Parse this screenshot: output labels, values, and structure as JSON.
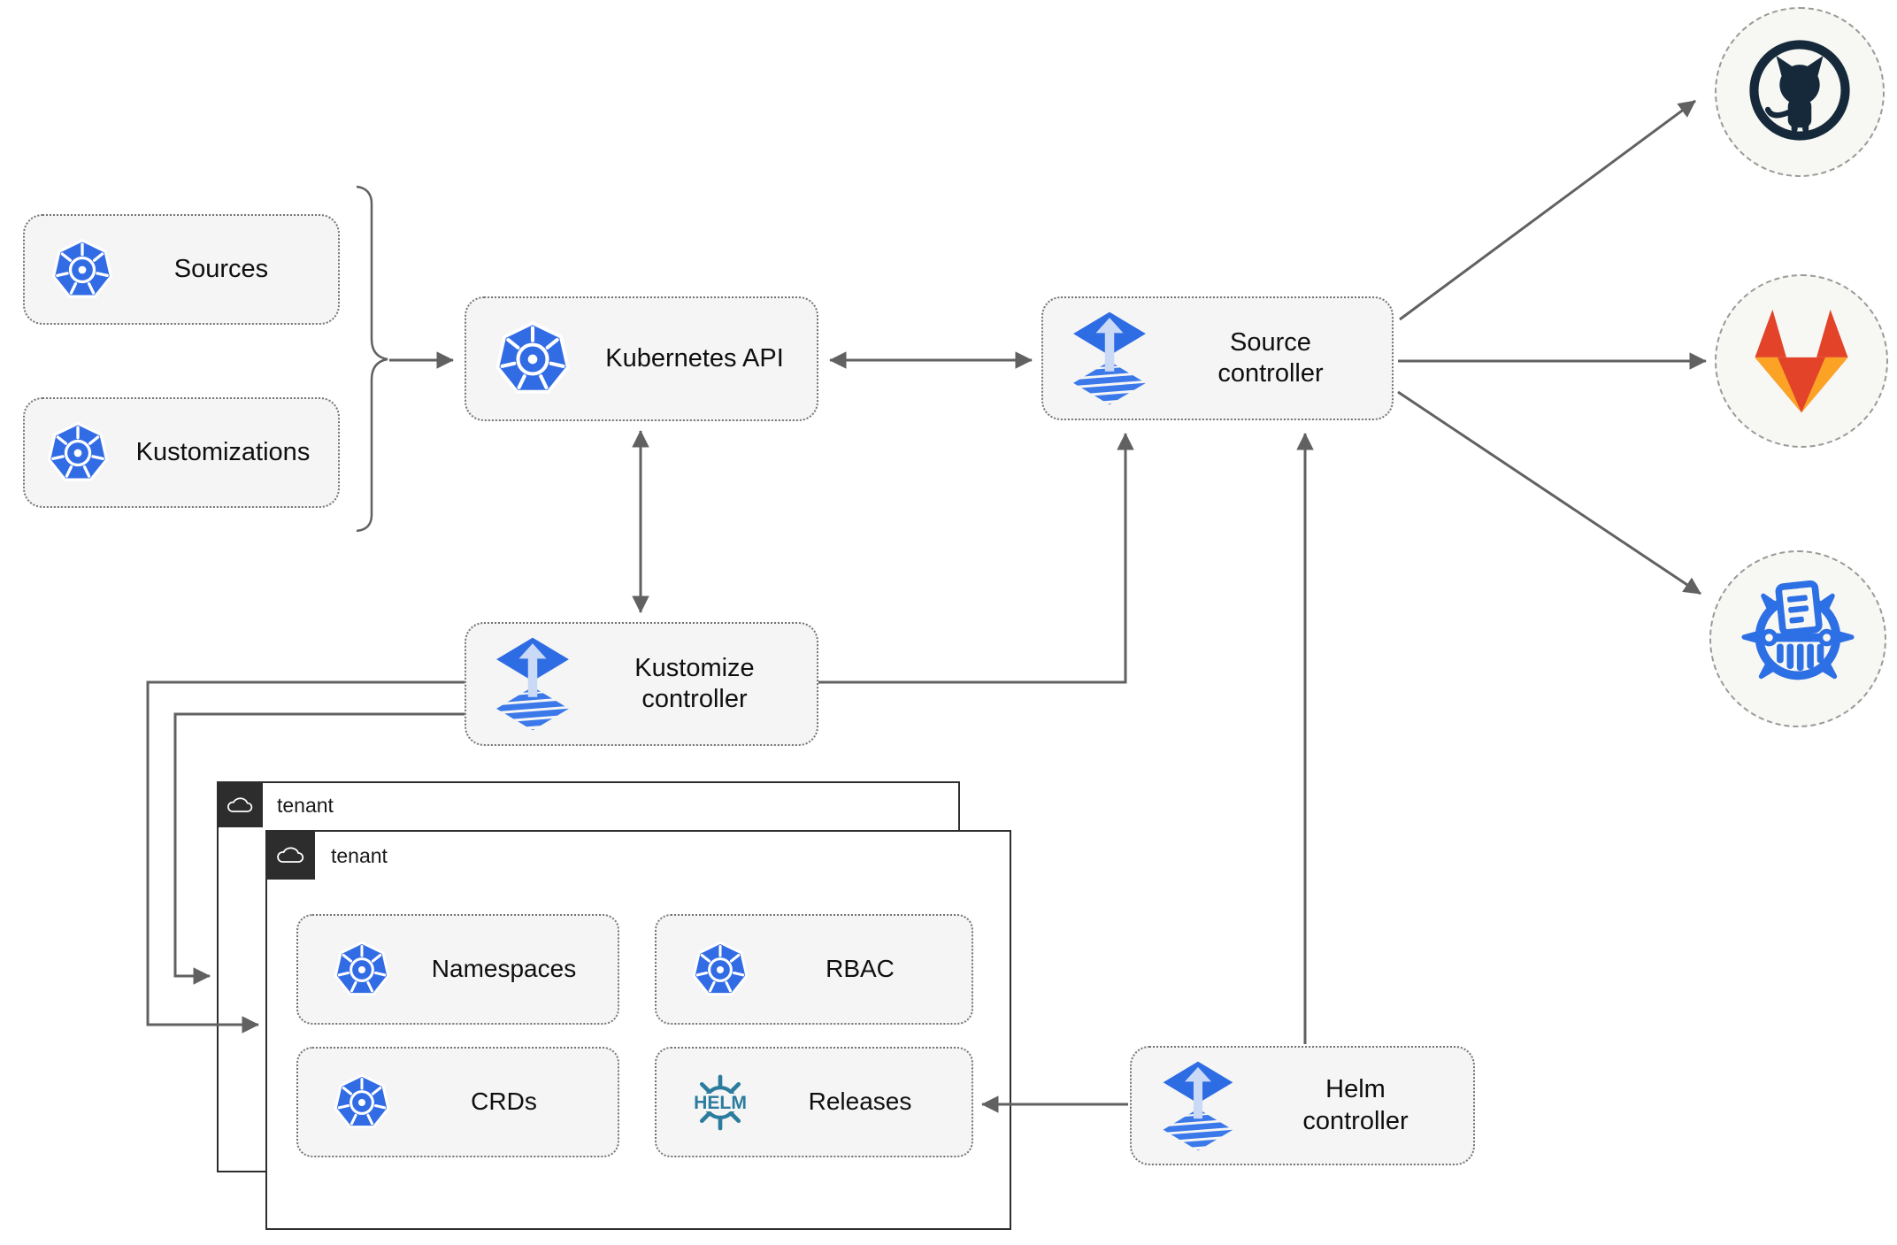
{
  "nodes": {
    "sources": {
      "label": "Sources"
    },
    "kustomizations": {
      "label": "Kustomizations"
    },
    "kubernetes_api": {
      "label": "Kubernetes API"
    },
    "source_controller": {
      "label": "Source controller"
    },
    "kustomize_controller": {
      "label": "Kustomize controller"
    },
    "helm_controller": {
      "label": "Helm controller"
    },
    "tenant_back": {
      "label": "tenant"
    },
    "tenant_front": {
      "label": "tenant"
    },
    "namespaces": {
      "label": "Namespaces"
    },
    "rbac": {
      "label": "RBAC"
    },
    "crds": {
      "label": "CRDs"
    },
    "releases": {
      "label": "Releases"
    }
  },
  "logos": {
    "helm_text": "HELM",
    "icon_names": [
      "kubernetes-icon",
      "flux-icon",
      "helm-icon",
      "cloud-icon",
      "github-icon",
      "gitlab-icon",
      "manifest-registry-icon"
    ]
  },
  "colors": {
    "kubernetes_blue": "#326ce5",
    "flux_blue": "#2e6ce4",
    "flux_pale_arrow": "#c9d9f6",
    "helm_teal": "#2b7c9e",
    "github_dark": "#15293b",
    "gitlab_red": "#e24329",
    "gitlab_yellow": "#fca326",
    "registry_blue": "#2d6fe4",
    "connector_gray": "#616161",
    "node_fill": "#f5f5f5",
    "tenant_header_dark": "#2d2d2d"
  }
}
